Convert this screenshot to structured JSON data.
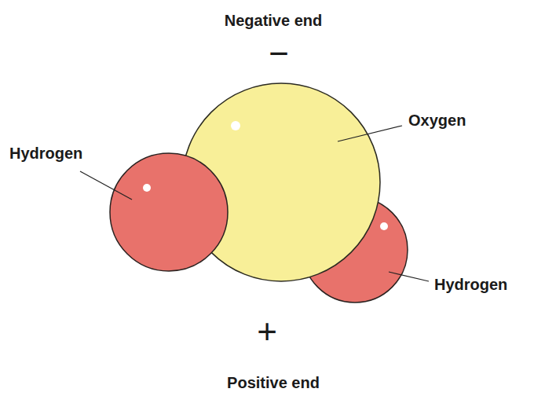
{
  "diagram": {
    "labels": [
      "Negative end",
      "−",
      "Hydrogen",
      "Oxygen",
      "Hydrogen",
      "+",
      "Positive end"
    ]
  }
}
